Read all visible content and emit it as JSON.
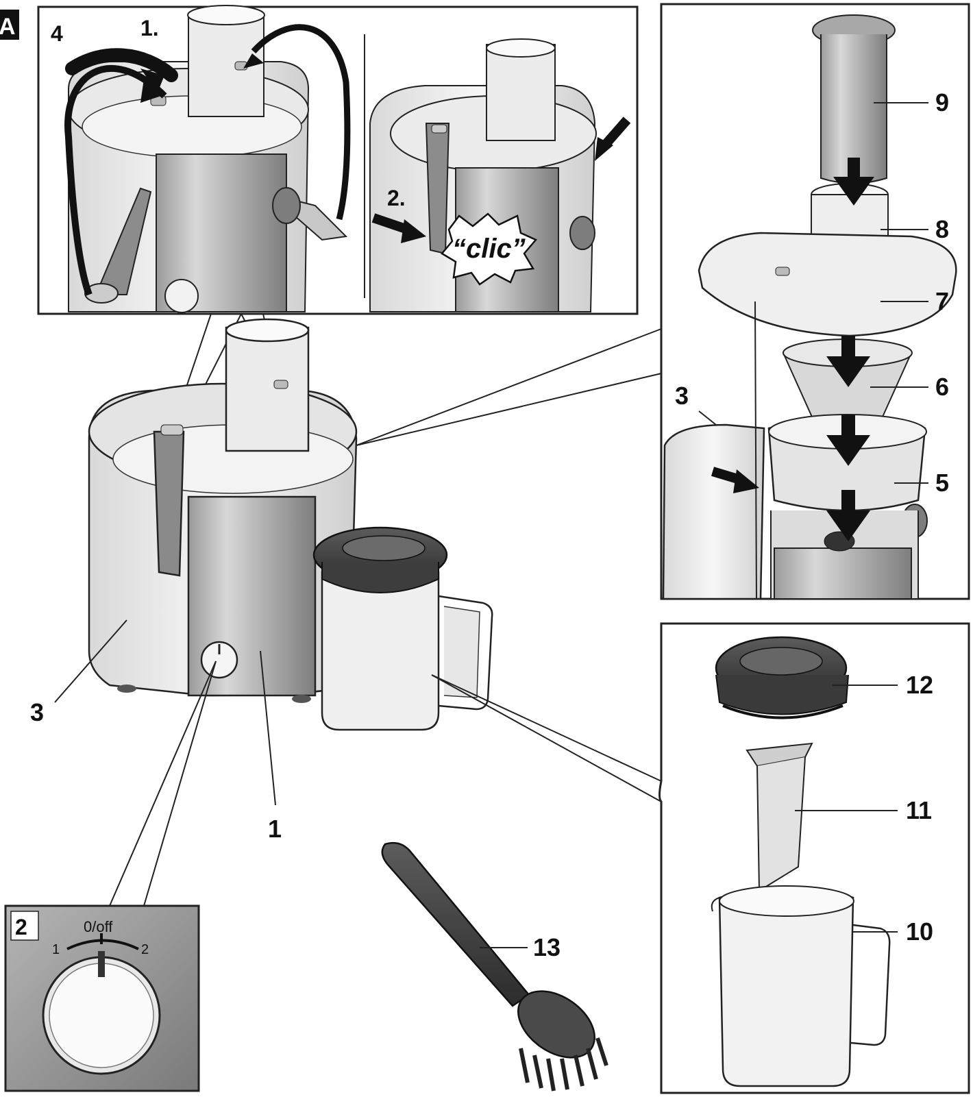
{
  "figure_label": "A",
  "callouts": {
    "c1": "1",
    "c3_main": "3",
    "c3_exploded": "3",
    "c5": "5",
    "c6": "6",
    "c7": "7",
    "c8": "8",
    "c9": "9",
    "c10": "10",
    "c11": "11",
    "c12": "12",
    "c13": "13"
  },
  "steps": {
    "step1": "1.",
    "step2": "2.",
    "step4": "4"
  },
  "clic_text": "“clic”",
  "switch_inset": {
    "badge": "2",
    "top_label": "0/off",
    "left_label": "1",
    "right_label": "2"
  },
  "colors": {
    "line": "#111111",
    "panel_border": "#222222",
    "badge_bg": "#111111"
  }
}
